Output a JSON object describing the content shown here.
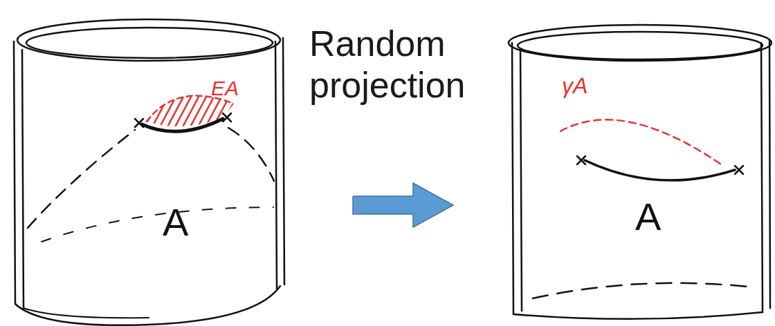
{
  "diagram": {
    "nodes": [
      {
        "text": [
          "EA",
          "A"
        ]
      },
      {
        "text": [
          "γA",
          "A"
        ]
      }
    ],
    "edges": [
      {
        "from": 0,
        "to": 1,
        "arrow": "to",
        "label": "Random projection"
      }
    ]
  }
}
